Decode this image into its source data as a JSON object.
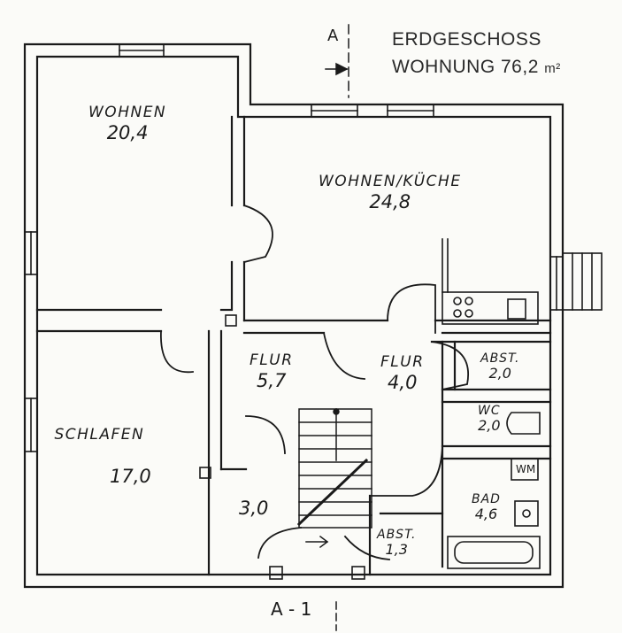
{
  "header": {
    "floor": "ERDGESCHOSS",
    "unit_prefix": "WOHNUNG",
    "area": "76,2",
    "unit": "m²"
  },
  "section_marker": {
    "top": "A",
    "bottom": "A - 1"
  },
  "rooms": {
    "wohnen": {
      "name": "WOHNEN",
      "area": "20,4"
    },
    "wohnen_kueche": {
      "name": "WOHNEN/KÜCHE",
      "area": "24,8"
    },
    "schlafen": {
      "name": "SCHLAFEN",
      "area": "17,0"
    },
    "flur1": {
      "name": "FLUR",
      "area": "5,7"
    },
    "flur2": {
      "name": "FLUR",
      "area": "4,0"
    },
    "abst1": {
      "name": "ABST.",
      "area": "2,0"
    },
    "wc": {
      "name": "WC",
      "area": "2,0"
    },
    "bad": {
      "name": "BAD",
      "area": "4,6"
    },
    "abst2": {
      "name": "ABST.",
      "area": "1,3"
    },
    "small_room": {
      "area": "3,0"
    }
  },
  "fixtures": {
    "washer": "WM"
  }
}
